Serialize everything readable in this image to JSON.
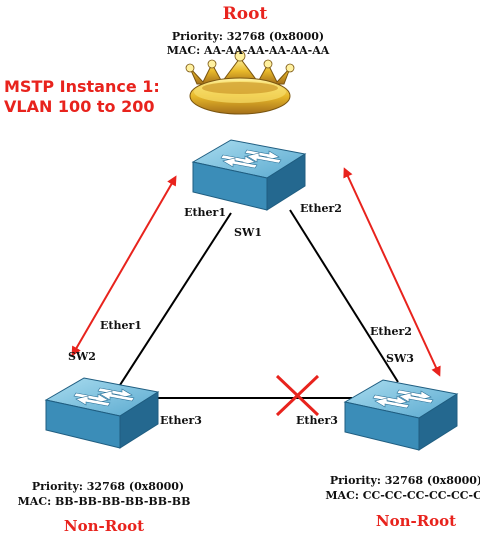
{
  "root": {
    "role": "Root",
    "priority": "Priority: 32768 (0x8000)",
    "mac": "MAC: AA-AA-AA-AA-AA-AA"
  },
  "instance": {
    "line1": "MSTP Instance 1:",
    "line2": "VLAN 100 to 200"
  },
  "switches": {
    "sw1": {
      "name": "SW1",
      "port_left": "Ether1",
      "port_right": "Ether2"
    },
    "sw2": {
      "name": "SW2",
      "port_top": "Ether1",
      "port_right": "Ether3",
      "priority": "Priority: 32768 (0x8000)",
      "mac": "MAC: BB-BB-BB-BB-BB-BB",
      "role": "Non-Root"
    },
    "sw3": {
      "name": "SW3",
      "port_top": "Ether2",
      "port_left": "Ether3",
      "priority": "Priority: 32768 (0x8000)",
      "mac": "MAC: CC-CC-CC-CC-CC-CC",
      "role": "Non-Root"
    }
  },
  "colors": {
    "accent": "#e8231d",
    "switch_top": "#7fc3e0",
    "switch_side": "#2f7ea8",
    "crown": "#d9a520"
  },
  "icons": [
    "crown-icon",
    "switch-icon",
    "blocked-port-x-icon",
    "double-arrow-icon"
  ]
}
